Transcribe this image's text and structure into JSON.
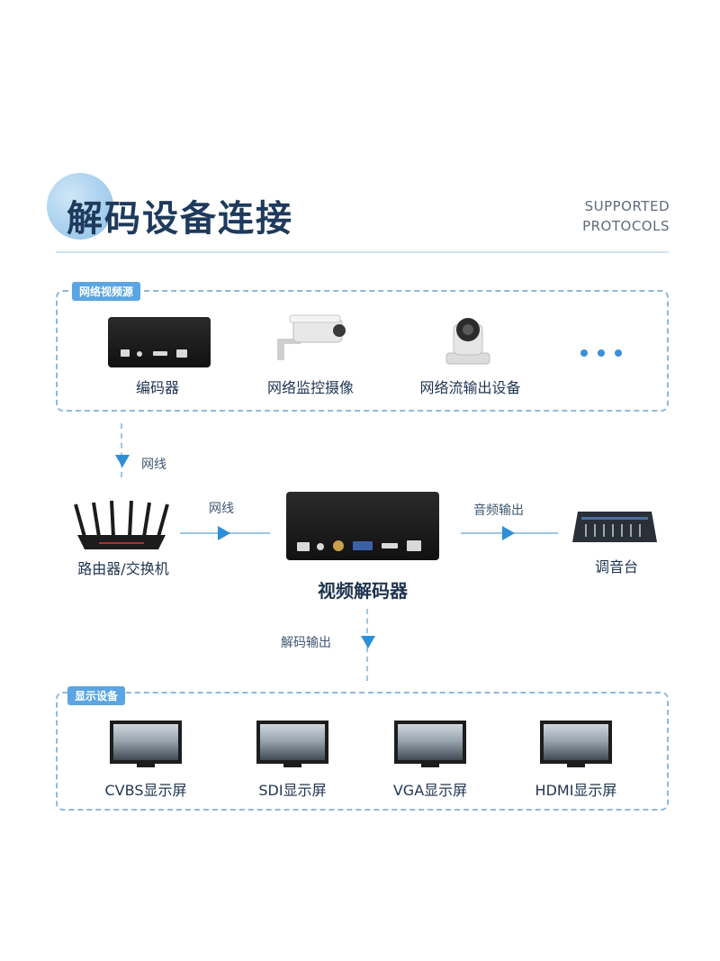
{
  "header": {
    "title": "解码设备连接",
    "subtitle_line1": "SUPPORTED",
    "subtitle_line2": "PROTOCOLS"
  },
  "source_group": {
    "tag": "网络视频源",
    "items": [
      {
        "label": "编码器",
        "icon": "encoder-box-icon"
      },
      {
        "label": "网络监控摄像",
        "icon": "security-camera-icon"
      },
      {
        "label": "网络流输出设备",
        "icon": "ptz-camera-icon"
      }
    ],
    "more_icon": "ellipsis-icon"
  },
  "flows": {
    "source_to_router": "网线",
    "router_to_decoder": "网线",
    "decoder_to_mixer": "音频输出",
    "decoder_to_display": "解码输出"
  },
  "nodes": {
    "router": {
      "label": "路由器/交换机",
      "icon": "router-icon"
    },
    "decoder": {
      "label": "视频解码器",
      "icon": "decoder-box-icon"
    },
    "mixer": {
      "label": "调音台",
      "icon": "audio-mixer-icon"
    }
  },
  "display_group": {
    "tag": "显示设备",
    "items": [
      {
        "label": "CVBS显示屏",
        "icon": "monitor-icon"
      },
      {
        "label": "SDI显示屏",
        "icon": "monitor-icon"
      },
      {
        "label": "VGA显示屏",
        "icon": "monitor-icon"
      },
      {
        "label": "HDMI显示屏",
        "icon": "monitor-icon"
      }
    ]
  },
  "colors": {
    "accent": "#2f8fd6",
    "tag_bg": "#5ba5e2",
    "dashed_border": "#8fb9dc",
    "title": "#1e3a5c"
  }
}
